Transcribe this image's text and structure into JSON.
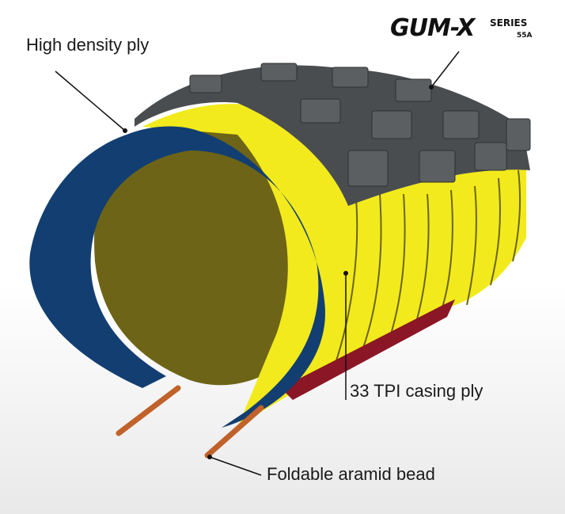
{
  "logo": {
    "brand": "GUM-X",
    "series": "SERIES",
    "compound": "55A"
  },
  "labels": {
    "high_density_ply": "High density ply",
    "casing_ply": "33 TPI casing ply",
    "bead": "Foldable aramid bead"
  },
  "colors": {
    "tread": "#4a4d50",
    "casing": "#f2ea1c",
    "ply": "#123e72",
    "strip": "#8a1626",
    "bead": "#c0622a"
  }
}
